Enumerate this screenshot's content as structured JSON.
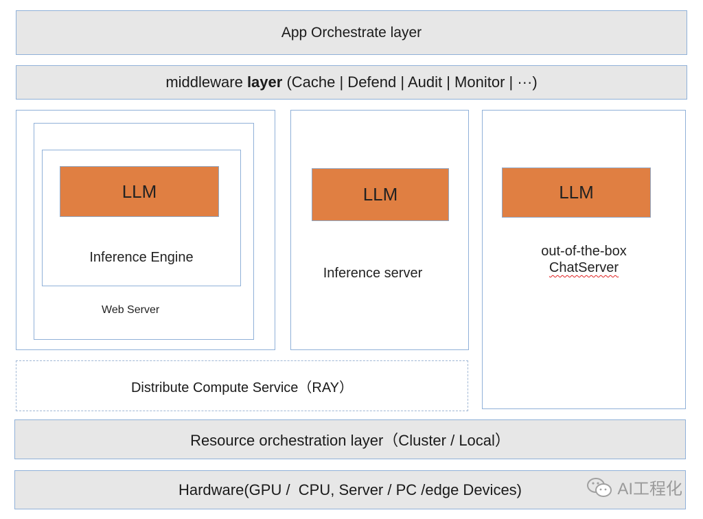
{
  "layers": {
    "app": "App Orchestrate layer",
    "middleware": {
      "prefix": "middleware ",
      "bold": "layer",
      "suffix": " (Cache | Defend | Audit | Monitor | ···)"
    },
    "resource": "Resource orchestration layer（Cluster / Local）",
    "hardware": "Hardware(GPU /  CPU, Server / PC /edge Devices)"
  },
  "panels": {
    "web_server": {
      "llm": "LLM",
      "engine_label": "Inference Engine",
      "server_label": "Web Server"
    },
    "inference_server": {
      "llm": "LLM",
      "label": "Inference server"
    },
    "chat_server": {
      "llm": "LLM",
      "label_line1": "out-of-the-box",
      "label_line2": "ChatServer"
    }
  },
  "distribute": "Distribute Compute Service（RAY）",
  "watermark": "AI工程化",
  "colors": {
    "layer_fill": "#e7e7e7",
    "border": "#8fb0d8",
    "llm_fill": "#e07f42"
  }
}
